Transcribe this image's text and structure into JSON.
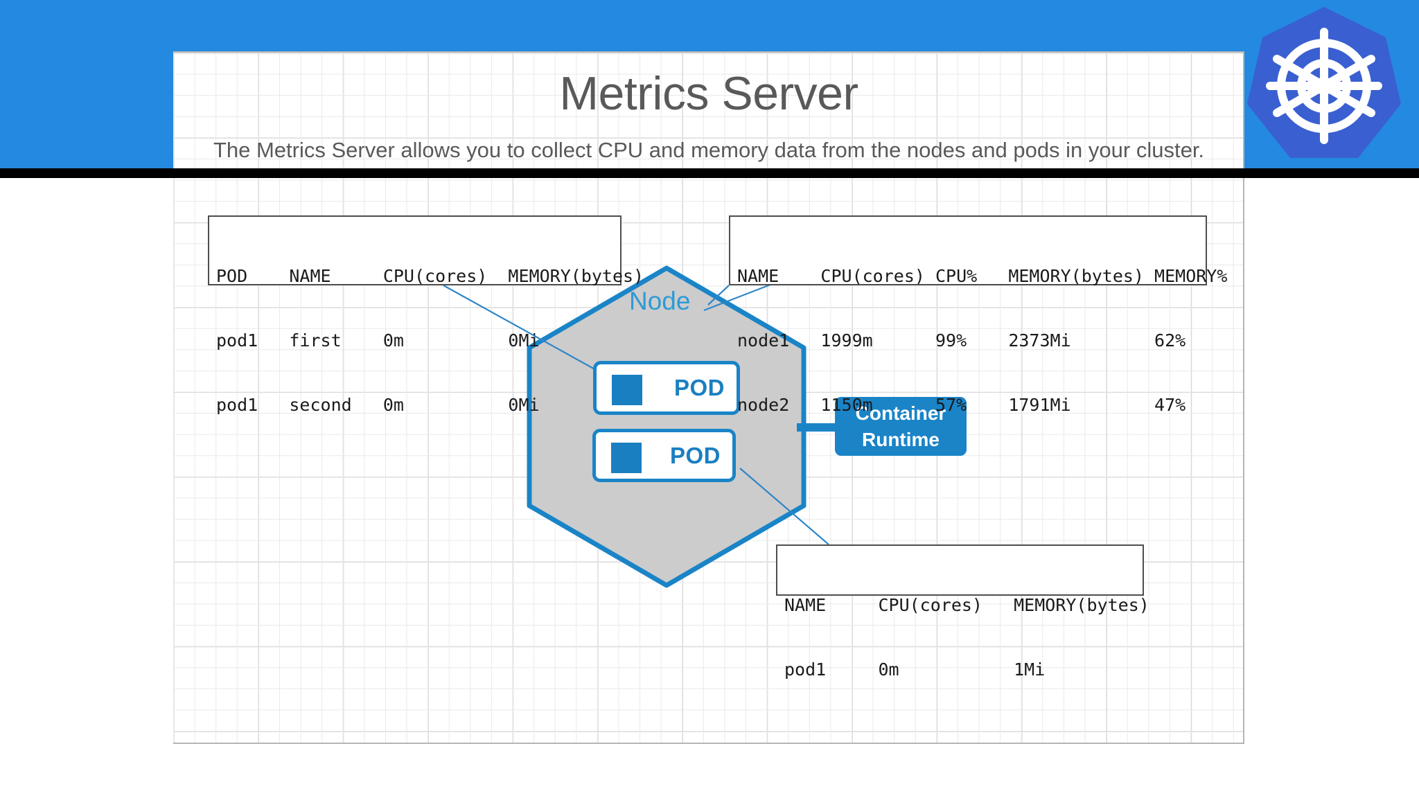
{
  "banner": {
    "logo_name": "kubernetes-logo",
    "background_color": "#2489e0",
    "logo_hept_color": "#3a5fd0"
  },
  "slide": {
    "title": "Metrics Server",
    "subtitle": "The Metrics Server allows you to collect CPU and memory data from the nodes and pods in your cluster."
  },
  "diagram": {
    "node_label": "Node",
    "pods": [
      {
        "label": "POD"
      },
      {
        "label": "POD"
      }
    ],
    "container_runtime": {
      "line1": "Container",
      "line2": "Runtime"
    },
    "colors": {
      "accent_blue": "#1a84c7",
      "node_fill": "#cccccc",
      "node_stroke": "#1a84c7",
      "node_text": "#2e9ad6",
      "connector": "#2e86c8"
    }
  },
  "tables": {
    "pods_all": {
      "name": "pods-all-metrics",
      "headers": [
        "POD",
        "NAME",
        "CPU(cores)",
        "MEMORY(bytes)"
      ],
      "rows": [
        [
          "pod1",
          "first",
          "0m",
          "0Mi"
        ],
        [
          "pod1",
          "second",
          "0m",
          "0Mi"
        ]
      ],
      "lines": [
        "POD    NAME     CPU(cores)  MEMORY(bytes)",
        "pod1   first    0m          0Mi",
        "pod1   second   0m          0Mi"
      ]
    },
    "nodes": {
      "name": "node-metrics",
      "headers": [
        "NAME",
        "CPU(cores)",
        "CPU%",
        "MEMORY(bytes)",
        "MEMORY%"
      ],
      "rows": [
        [
          "node1",
          "1999m",
          "99%",
          "2373Mi",
          "62%"
        ],
        [
          "node2",
          "1150m",
          "57%",
          "1791Mi",
          "47%"
        ]
      ],
      "lines": [
        "NAME    CPU(cores) CPU%   MEMORY(bytes) MEMORY%",
        "node1   1999m      99%    2373Mi        62%",
        "node2   1150m      57%    1791Mi        47%"
      ]
    },
    "pod_single": {
      "name": "single-pod-metrics",
      "headers": [
        "NAME",
        "CPU(cores)",
        "MEMORY(bytes)"
      ],
      "rows": [
        [
          "pod1",
          "0m",
          "1Mi"
        ]
      ],
      "lines": [
        "NAME     CPU(cores)   MEMORY(bytes)",
        "pod1     0m           1Mi"
      ]
    }
  }
}
